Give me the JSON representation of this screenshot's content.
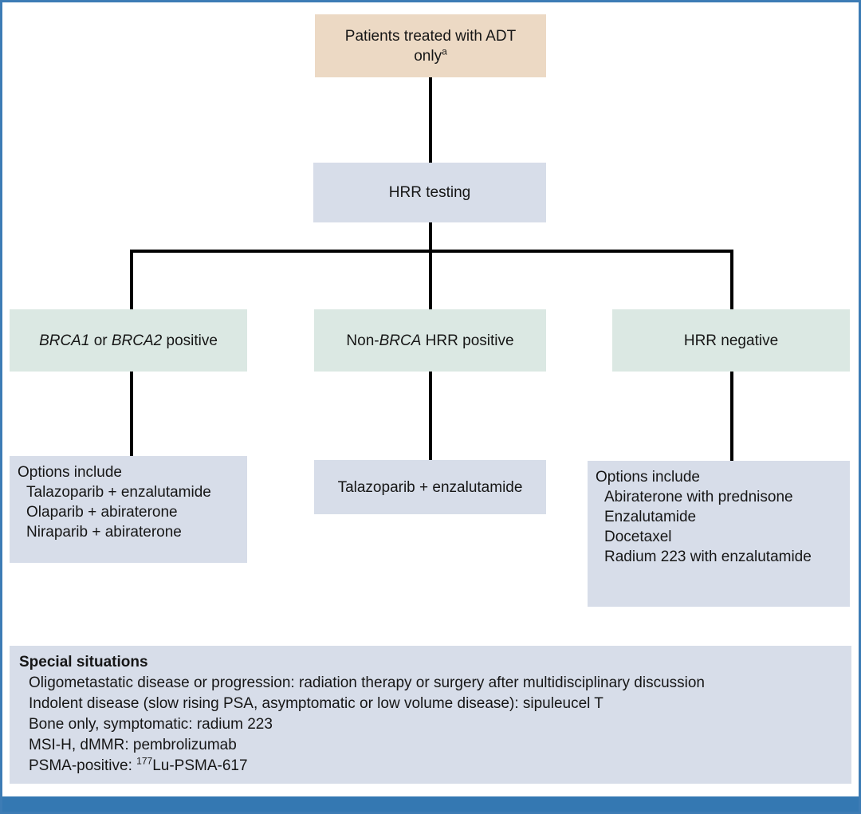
{
  "colors": {
    "frame_border": "#3d7cb5",
    "footer_bar": "#3478b2",
    "root_box_bg": "#ecd9c4",
    "info_box_bg": "#d7dde9",
    "branch_box_bg": "#dbe8e3",
    "connector": "#000000",
    "text": "#161616"
  },
  "flowchart": {
    "root": {
      "line1": "Patients treated with ADT",
      "line2": "only",
      "superscript": "a"
    },
    "test": {
      "label": "HRR testing"
    },
    "branches": {
      "brca": {
        "gene1": "BRCA1",
        "conjunction": " or ",
        "gene2": "BRCA2",
        "suffix": " positive"
      },
      "non_brca": {
        "prefix": "Non-",
        "gene": "BRCA",
        "suffix": " HRR positive"
      },
      "hrr_negative": {
        "label": "HRR negative"
      }
    },
    "options": {
      "brca": {
        "title": "Options include",
        "items": [
          "Talazoparib + enzalutamide",
          "Olaparib + abiraterone",
          "Niraparib + abiraterone"
        ]
      },
      "non_brca": {
        "label": "Talazoparib + enzalutamide"
      },
      "hrr_negative": {
        "title": "Options include",
        "items": [
          "Abiraterone with prednisone",
          "Enzalutamide",
          "Docetaxel",
          "Radium 223 with enzalutamide"
        ]
      }
    },
    "special": {
      "title": "Special situations",
      "items": [
        "Oligometastatic disease or progression: radiation therapy or surgery after multidisciplinary discussion",
        "Indolent disease (slow rising PSA, asymptomatic or low volume disease): sipuleucel T",
        "Bone only, symptomatic: radium 223",
        "MSI-H, dMMR: pembrolizumab"
      ],
      "psma": {
        "prefix": "PSMA-positive: ",
        "sup": "177",
        "suffix": "Lu-PSMA-617"
      }
    }
  }
}
